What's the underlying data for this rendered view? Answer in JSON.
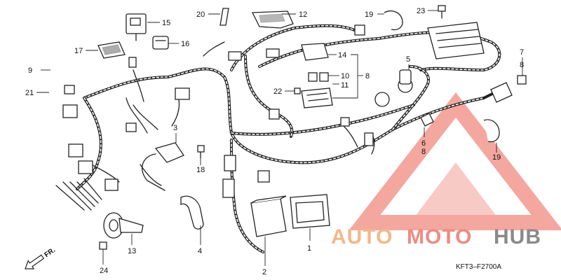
{
  "diagram": {
    "callouts": {
      "c1": "1",
      "c2": "2",
      "c3": "3",
      "c4": "4",
      "c5": "5",
      "c6": "6",
      "c7": "7",
      "c8a": "8",
      "c8b": "8",
      "c8c": "8",
      "c9": "9",
      "c10": "10",
      "c11": "11",
      "c12": "12",
      "c13": "13",
      "c14": "14",
      "c15": "15",
      "c16": "16",
      "c17": "17",
      "c18": "18",
      "c19a": "19",
      "c19b": "19",
      "c20": "20",
      "c21": "21",
      "c22": "22",
      "c23": "23",
      "c24": "24"
    },
    "direction_label": "FR.",
    "diagram_code": "KFT3–F2700A"
  },
  "watermark": {
    "part1": "AUTO",
    "part2": "MOTO",
    "part3": "HUB",
    "colors": {
      "auto": "#f2b98a",
      "moto": "#ef8a80",
      "hub": "#8a8a8a",
      "mark": "#f08a80"
    }
  }
}
